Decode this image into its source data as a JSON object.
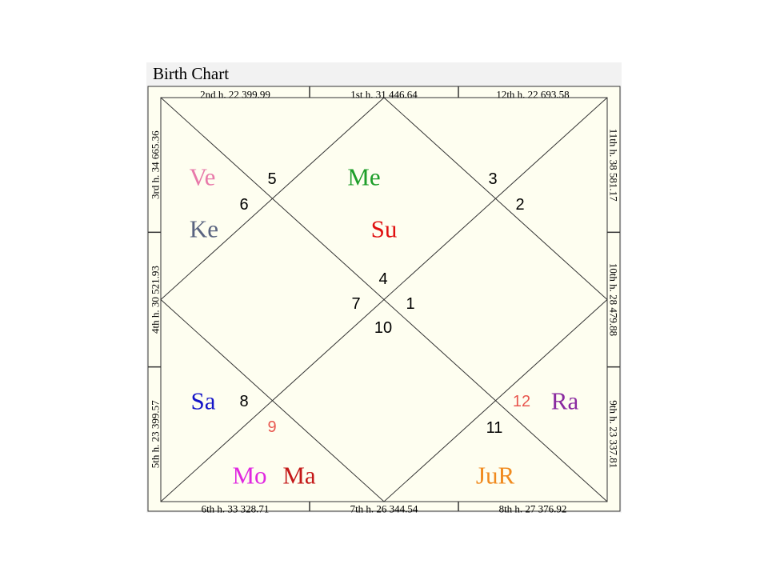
{
  "title": "Birth Chart",
  "house_labels": [
    {
      "id": "top-left",
      "text": "2nd h.  22  399.99"
    },
    {
      "id": "top-mid",
      "text": "1st h.  31  446.64"
    },
    {
      "id": "top-right",
      "text": "12th h.  22  693.58"
    },
    {
      "id": "bot-left",
      "text": "6th h.  33  328.71"
    },
    {
      "id": "bot-mid",
      "text": "7th h.  26  344.54"
    },
    {
      "id": "bot-right",
      "text": "8th h.  27  376.92"
    },
    {
      "id": "left-top",
      "text": "3rd h.  34  665.36"
    },
    {
      "id": "left-mid",
      "text": "4th h.  30  521.93"
    },
    {
      "id": "left-bot",
      "text": "5th h.  23  399.57"
    },
    {
      "id": "right-top",
      "text": "11th h.  38  581.17"
    },
    {
      "id": "right-mid",
      "text": "10th h.  28  479.88"
    },
    {
      "id": "right-bot",
      "text": "9th h.  23  337.81"
    }
  ],
  "house_numbers": [
    {
      "id": "1",
      "text": "1",
      "color": "#000000"
    },
    {
      "id": "2",
      "text": "2",
      "color": "#000000"
    },
    {
      "id": "3",
      "text": "3",
      "color": "#000000"
    },
    {
      "id": "4",
      "text": "4",
      "color": "#000000"
    },
    {
      "id": "5",
      "text": "5",
      "color": "#000000"
    },
    {
      "id": "6",
      "text": "6",
      "color": "#000000"
    },
    {
      "id": "7",
      "text": "7",
      "color": "#000000"
    },
    {
      "id": "8",
      "text": "8",
      "color": "#000000"
    },
    {
      "id": "9",
      "text": "9",
      "color": "#e8574f"
    },
    {
      "id": "10",
      "text": "10",
      "color": "#000000"
    },
    {
      "id": "11",
      "text": "11",
      "color": "#000000"
    },
    {
      "id": "12",
      "text": "12",
      "color": "#e8574f"
    }
  ],
  "planets": [
    {
      "id": "ve",
      "text": "Ve",
      "color": "#e87aaa"
    },
    {
      "id": "ke",
      "text": "Ke",
      "color": "#5a6480"
    },
    {
      "id": "me",
      "text": "Me",
      "color": "#1e9e2a"
    },
    {
      "id": "su",
      "text": "Su",
      "color": "#e01010"
    },
    {
      "id": "sa",
      "text": "Sa",
      "color": "#1414c8"
    },
    {
      "id": "mo",
      "text": "Mo",
      "color": "#e028e0"
    },
    {
      "id": "ma",
      "text": "Ma",
      "color": "#c41818"
    },
    {
      "id": "ra",
      "text": "Ra",
      "color": "#8a2aa0"
    },
    {
      "id": "jur",
      "text": "JuR",
      "color": "#f08a1e"
    }
  ],
  "colors": {
    "chart_background": "#fefef0",
    "panel_background": "#f2f2f2",
    "line": "#333333"
  }
}
